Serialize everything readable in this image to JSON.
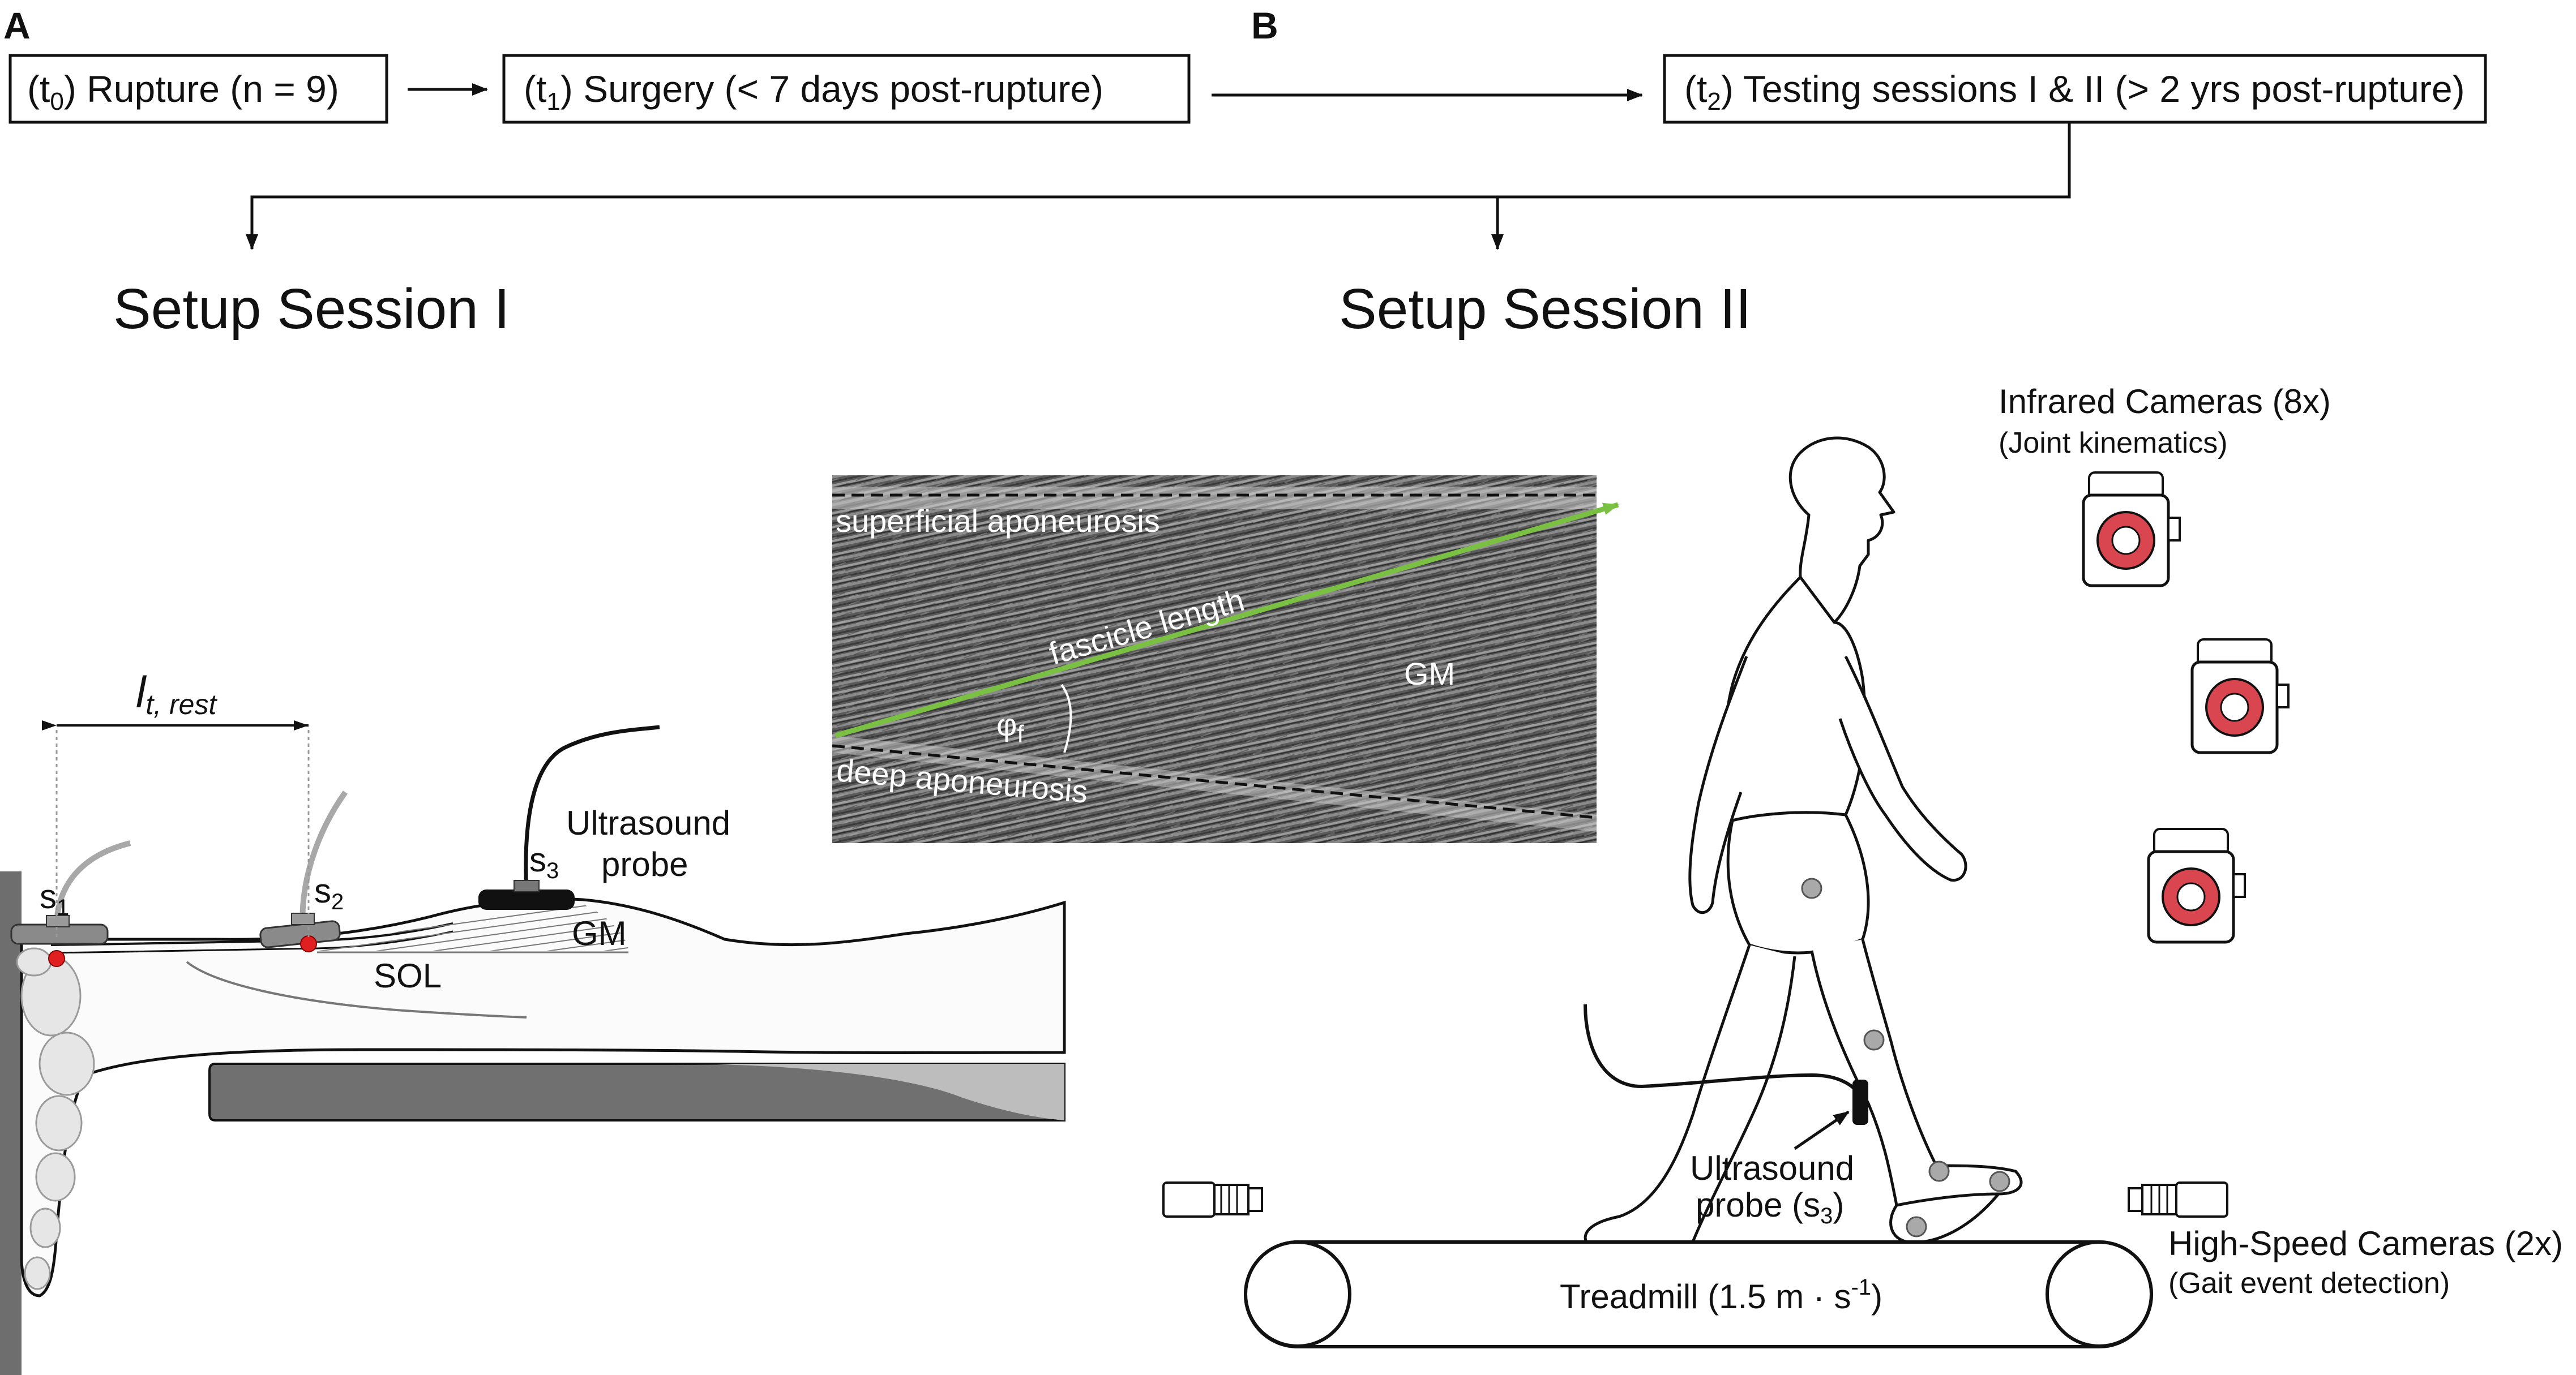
{
  "panels": {
    "a": "A",
    "b": "B"
  },
  "timeline": {
    "t0": {
      "prefix": "(t",
      "sub": "0",
      "text": ") Rupture (n = 9)"
    },
    "t1": {
      "prefix": "(t",
      "sub": "1",
      "text": ") Surgery (< 7 days post-rupture)"
    },
    "t2": {
      "prefix": "(t",
      "sub": "2",
      "text": ") Testing sessions I & II (> 2 yrs post-rupture)"
    }
  },
  "setup": {
    "session1_title": "Setup Session I",
    "session2_title": "Setup Session II"
  },
  "session1": {
    "rest_length_label": "l",
    "rest_length_sub": "t, rest",
    "sensors": [
      {
        "name": "s",
        "sub": "1"
      },
      {
        "name": "s",
        "sub": "2"
      },
      {
        "name": "s",
        "sub": "3"
      }
    ],
    "ultrasound_probe_label": [
      "Ultrasound",
      "probe"
    ],
    "gm_label": "GM",
    "sol_label": "SOL"
  },
  "ultrasound_image": {
    "superficial_label": "superficial aponeurosis",
    "deep_label": "deep aponeurosis",
    "fascicle_label": "fascicle length",
    "angle_label": "φ",
    "angle_sub": "f",
    "muscle_label": "GM",
    "colors": {
      "fascicle_line": "#7ac143"
    }
  },
  "session2": {
    "infrared_cameras": {
      "title": "Infrared Cameras (8x)",
      "subtitle": "(Joint kinematics)"
    },
    "highspeed_cameras": {
      "title": "High-Speed Cameras (2x)",
      "subtitle": "(Gait event detection)"
    },
    "probe_label": [
      "Ultrasound",
      "probe (s"
    ],
    "probe_sub": "3",
    "treadmill": {
      "text": "Treadmill (1.5 m · s",
      "sup": "-1",
      "close": ")"
    },
    "colors": {
      "camera_ring": "#d9464f",
      "markers": "#a9a9a9"
    }
  }
}
